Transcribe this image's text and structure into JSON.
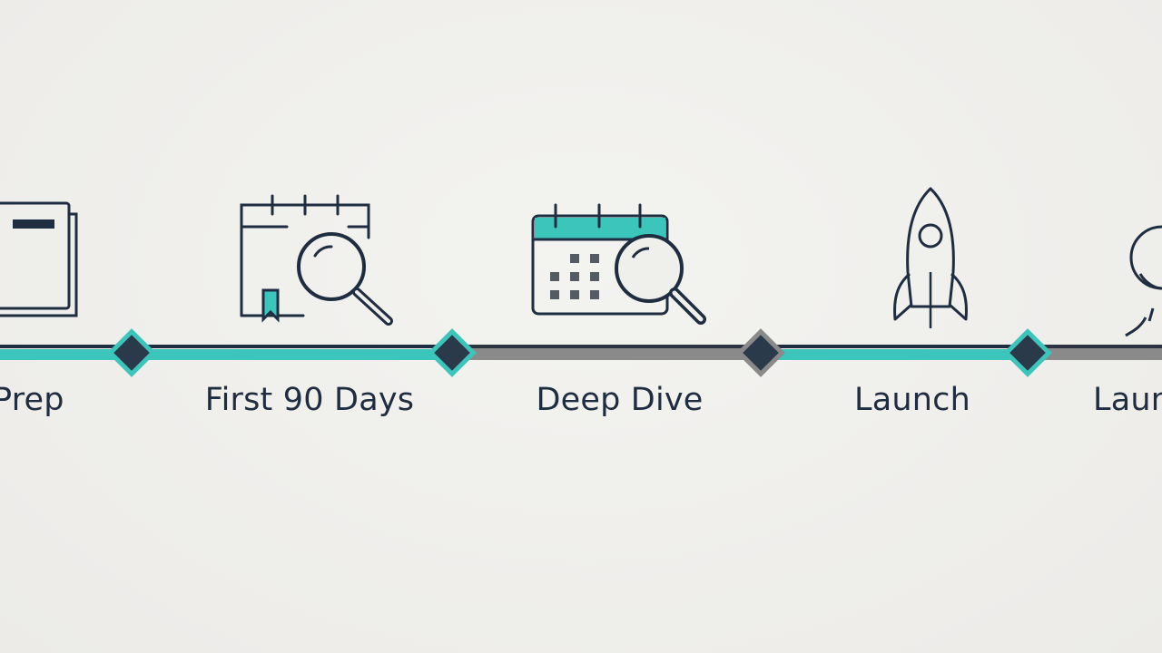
{
  "timeline": {
    "stages": [
      {
        "label": "Prep",
        "icon": "document-icon"
      },
      {
        "label": "First 90 Days",
        "icon": "calendar-search-icon"
      },
      {
        "label": "Deep Dive",
        "icon": "calendar-grid-search-icon"
      },
      {
        "label": "Launch",
        "icon": "rocket-icon"
      },
      {
        "label": "Launch",
        "icon": "person-icon"
      }
    ]
  },
  "colors": {
    "background": "#efefec",
    "teal": "#3cc6bb",
    "navy": "#1f2d40",
    "gray": "#8a8a8a",
    "diamond": "#2b3a4a"
  }
}
